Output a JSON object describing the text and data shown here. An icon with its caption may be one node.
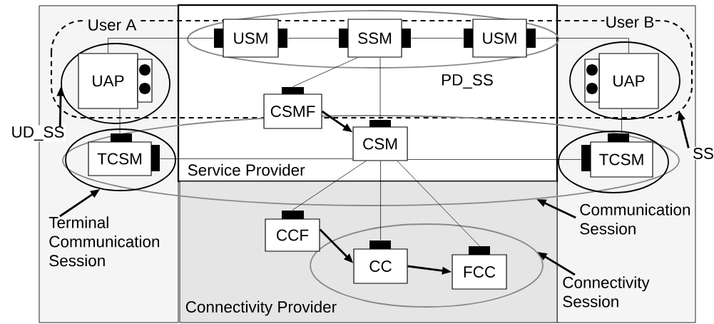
{
  "diagram": {
    "nodes": [
      {
        "text": [
          "User A"
        ]
      },
      {
        "text": [
          "Service Provider"
        ]
      },
      {
        "text": [
          "User B"
        ]
      },
      {
        "text": [
          "USM"
        ],
        "in": 1
      },
      {
        "text": [
          "SSM"
        ],
        "in": 1
      },
      {
        "text": [
          "USM"
        ],
        "in": 1
      },
      {
        "text": [],
        "shape": "ellipse",
        "in": 0
      },
      {
        "text": [
          "UAP"
        ],
        "in": 6
      },
      {
        "text": [],
        "shape": "ellipse",
        "in": 2
      },
      {
        "text": [
          "UAP"
        ],
        "in": 8
      },
      {
        "text": [
          "CSMF"
        ],
        "in": 1
      },
      {
        "text": [
          "CSM"
        ],
        "in": 1
      },
      {
        "text": [],
        "shape": "ellipse",
        "in": 0
      },
      {
        "text": [
          "TCSM"
        ],
        "in": 12
      },
      {
        "text": [],
        "shape": "ellipse",
        "in": 2
      },
      {
        "text": [
          "TCSM"
        ],
        "in": 14
      },
      {
        "text": [
          "Connectivity Provider"
        ]
      },
      {
        "text": [
          "CCF"
        ],
        "in": 16
      },
      {
        "text": [],
        "shape": "ellipse",
        "in": 16
      },
      {
        "text": [
          "CC"
        ],
        "in": 18
      },
      {
        "text": [
          "FCC"
        ],
        "in": 18
      },
      {
        "text": [
          "UD_SS"
        ]
      },
      {
        "text": [
          "SS"
        ]
      },
      {
        "text": [
          "Terminal Communication Session"
        ],
        "in": 0
      },
      {
        "text": [
          "Communication Session"
        ],
        "in": 2
      },
      {
        "text": [
          "Connectivity Session"
        ],
        "in": 2
      }
    ],
    "edges": [
      {
        "from": 7,
        "to": 3,
        "arrow": "none"
      },
      {
        "from": 3,
        "to": 4,
        "arrow": "none"
      },
      {
        "from": 4,
        "to": 5,
        "arrow": "none"
      },
      {
        "from": 5,
        "to": 9,
        "arrow": "none"
      },
      {
        "from": 4,
        "to": 10,
        "arrow": "none"
      },
      {
        "from": 4,
        "to": 11,
        "arrow": "none"
      },
      {
        "from": 10,
        "to": 11,
        "arrow": "to",
        "style": "thick"
      },
      {
        "from": 7,
        "to": 13,
        "arrow": "none"
      },
      {
        "from": 9,
        "to": 15,
        "arrow": "none"
      },
      {
        "from": 13,
        "to": 11,
        "arrow": "none"
      },
      {
        "from": 11,
        "to": 15,
        "arrow": "none"
      },
      {
        "from": 11,
        "to": 17,
        "arrow": "none"
      },
      {
        "from": 11,
        "to": 19,
        "arrow": "none"
      },
      {
        "from": 11,
        "to": 20,
        "arrow": "none"
      },
      {
        "from": 17,
        "to": 19,
        "arrow": "to",
        "style": "thick"
      },
      {
        "from": 19,
        "to": 20,
        "arrow": "to",
        "style": "thick"
      },
      {
        "from": 21,
        "to": 6,
        "arrow": "to",
        "style": "thick"
      },
      {
        "from": 22,
        "to": null,
        "arrow": "to",
        "style": "thick"
      },
      {
        "from": 23,
        "to": 12,
        "arrow": "to",
        "style": "thick"
      },
      {
        "from": 24,
        "to": null,
        "arrow": "to",
        "style": "thick"
      },
      {
        "from": 25,
        "to": 18,
        "arrow": "to",
        "style": "thick"
      }
    ],
    "labels": [
      "PD_SS"
    ]
  }
}
